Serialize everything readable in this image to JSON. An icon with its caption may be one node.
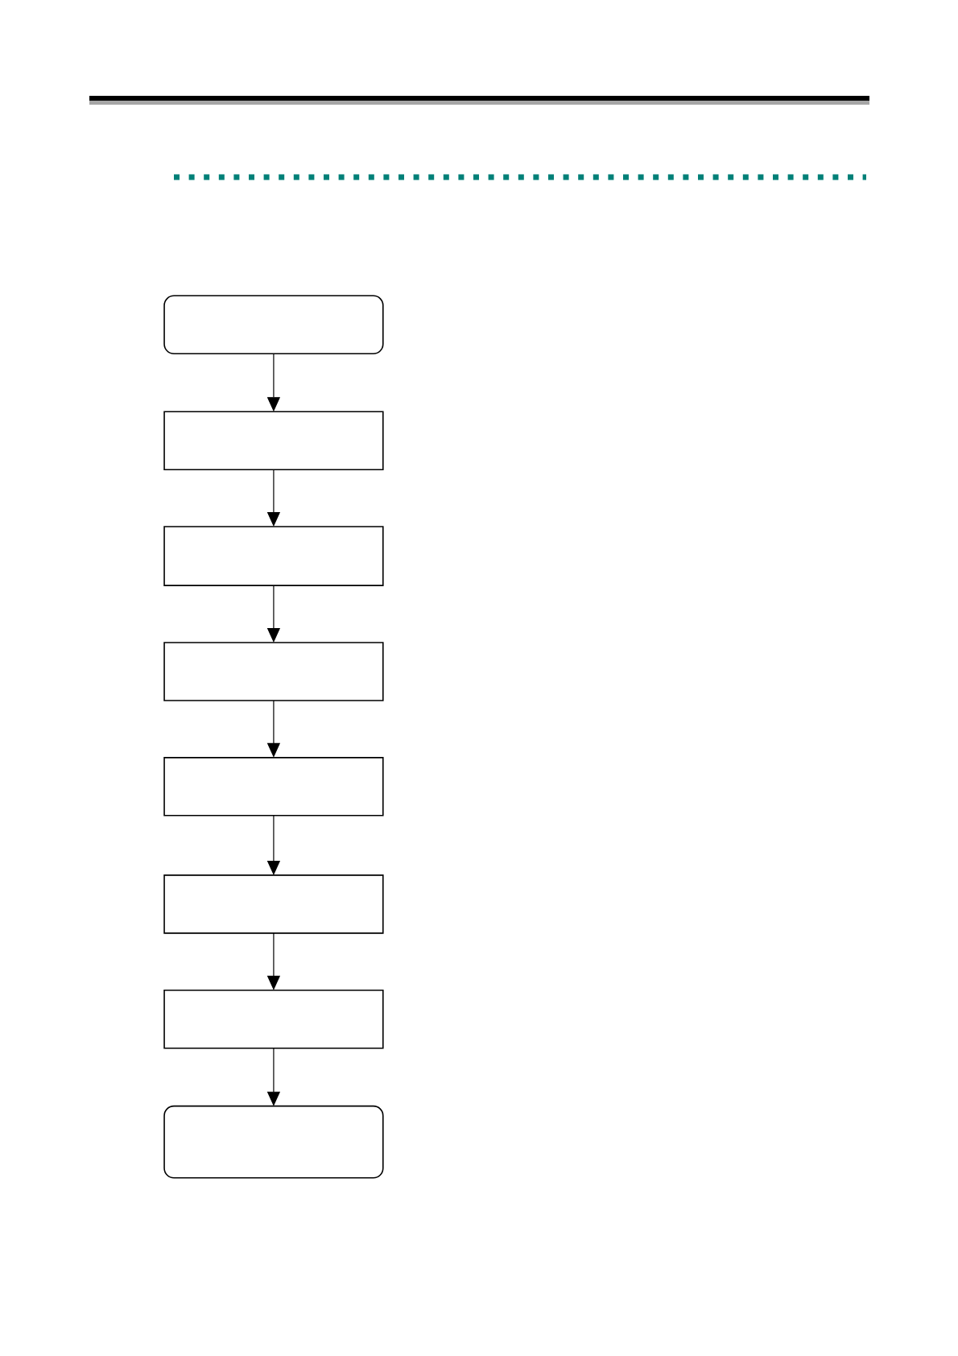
{
  "diagram": {
    "nodes": [
      {
        "text": [],
        "shape": "terminal"
      },
      {
        "text": [],
        "shape": "box"
      },
      {
        "text": [],
        "shape": "box"
      },
      {
        "text": [],
        "shape": "box"
      },
      {
        "text": [],
        "shape": "box"
      },
      {
        "text": [],
        "shape": "box"
      },
      {
        "text": [],
        "shape": "box"
      },
      {
        "text": [],
        "shape": "terminal"
      }
    ],
    "edges": [
      {
        "from": 0,
        "to": 1,
        "arrow": "to"
      },
      {
        "from": 1,
        "to": 2,
        "arrow": "to"
      },
      {
        "from": 2,
        "to": 3,
        "arrow": "to"
      },
      {
        "from": 3,
        "to": 4,
        "arrow": "to"
      },
      {
        "from": 4,
        "to": 5,
        "arrow": "to"
      },
      {
        "from": 5,
        "to": 6,
        "arrow": "to"
      },
      {
        "from": 6,
        "to": 7,
        "arrow": "to"
      }
    ]
  }
}
